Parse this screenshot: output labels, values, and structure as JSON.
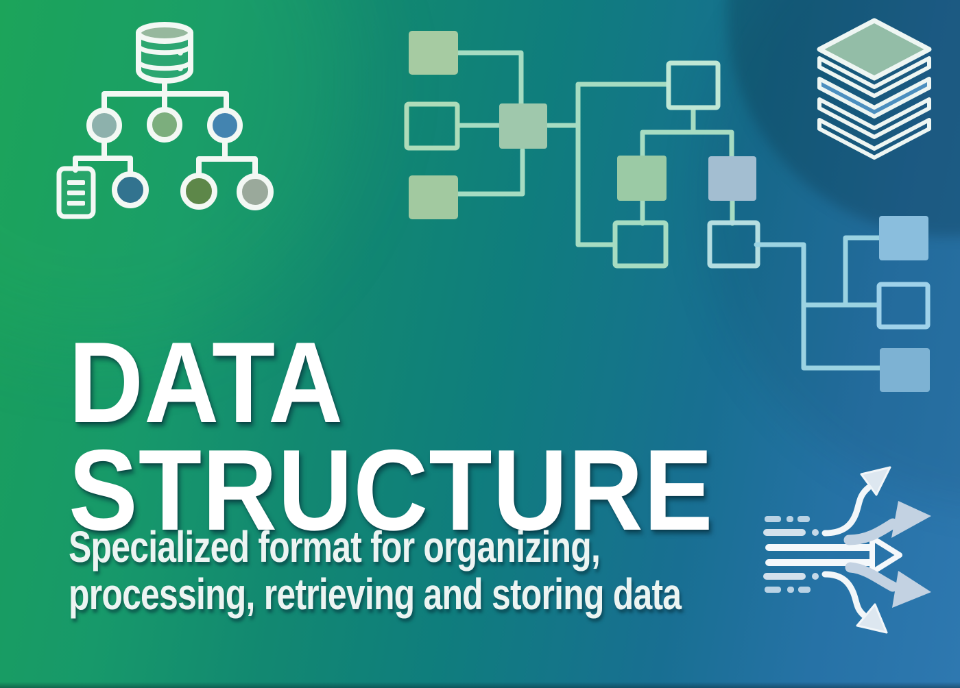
{
  "poster": {
    "heading": {
      "line1": "DATA",
      "line2": "STRUCTURE"
    },
    "subtitle": {
      "line1": "Specialized format for organizing,",
      "line2": "processing, retrieving and storing data"
    },
    "icons": [
      {
        "name": "database-tree-icon",
        "description": "database cylinder branching into a tree of colored circle nodes with a document leaf"
      },
      {
        "name": "flowchart-nodes-left-icon",
        "description": "network of connected green squares"
      },
      {
        "name": "flowchart-nodes-right-icon",
        "description": "network of connected blue squares"
      },
      {
        "name": "layers-stack-icon",
        "description": "stack of five layers, top sage-green and middle blue"
      },
      {
        "name": "branching-arrows-icon",
        "description": "data lines branching into five right-pointing arrows"
      }
    ],
    "colors": {
      "gradient_left": "#1aa05a",
      "gradient_mid": "#0f7d7d",
      "gradient_right": "#2e78b0",
      "title_text": "#ffffff",
      "subtitle_text": "#ecf4f2",
      "node_green_fill": "#a6cba2",
      "node_bluegray_fill": "#a3bed1",
      "node_blue_fill": "#8abedd",
      "connector_mint": "#a6dcc2",
      "connector_cyan": "#9bd3e2",
      "layer_green": "#93bda7",
      "layer_blue": "#4c8fbf",
      "icon_white": "#f2f6f9",
      "arrow_gray_blue": "#c3d2e2"
    }
  }
}
